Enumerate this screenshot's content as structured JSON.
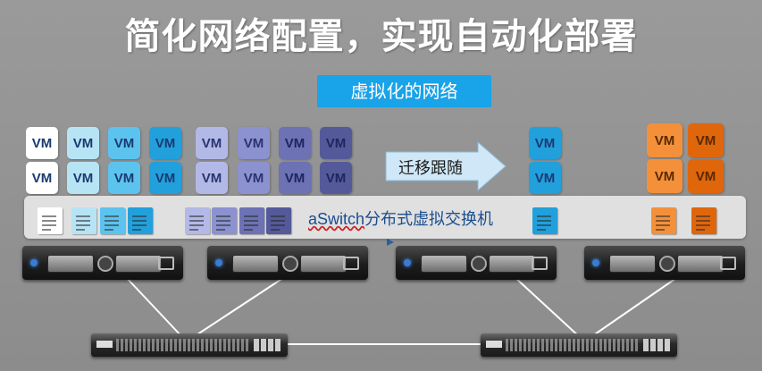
{
  "title": "简化网络配置，实现自动化部署",
  "subtitle": "虚拟化的网络",
  "migration_label": "迁移跟随",
  "switch_band_label_prefix": "aSwitch",
  "switch_band_label_suffix": "分布式虚拟交换机",
  "vm_label": "VM",
  "colors": {
    "accent_blue": "#19a3e8",
    "band": "#e0e0e0",
    "label_blue": "#1a4d8f"
  },
  "vm_groups": [
    {
      "id": "g1",
      "color": "#ffffff",
      "text": "#1a3a70"
    },
    {
      "id": "g2",
      "color": "#b7e4f5",
      "text": "#1a3a70"
    },
    {
      "id": "g3",
      "color": "#5cc3ee",
      "text": "#1a3a70"
    },
    {
      "id": "g4",
      "color": "#22a0dc",
      "text": "#1a3a70"
    },
    {
      "id": "g5",
      "color": "#b3b9e6",
      "text": "#2a3470"
    },
    {
      "id": "g6",
      "color": "#8b92cf",
      "text": "#2a3470"
    },
    {
      "id": "g7",
      "color": "#6c72b4",
      "text": "#1e2660"
    },
    {
      "id": "g8",
      "color": "#545a99",
      "text": "#1e2660"
    },
    {
      "id": "g9",
      "color": "#22a0dc",
      "text": "#1a3a70"
    },
    {
      "id": "g10",
      "color": "#f4903a",
      "text": "#5a2a00"
    },
    {
      "id": "g11",
      "color": "#e0660c",
      "text": "#5a2a00"
    }
  ]
}
